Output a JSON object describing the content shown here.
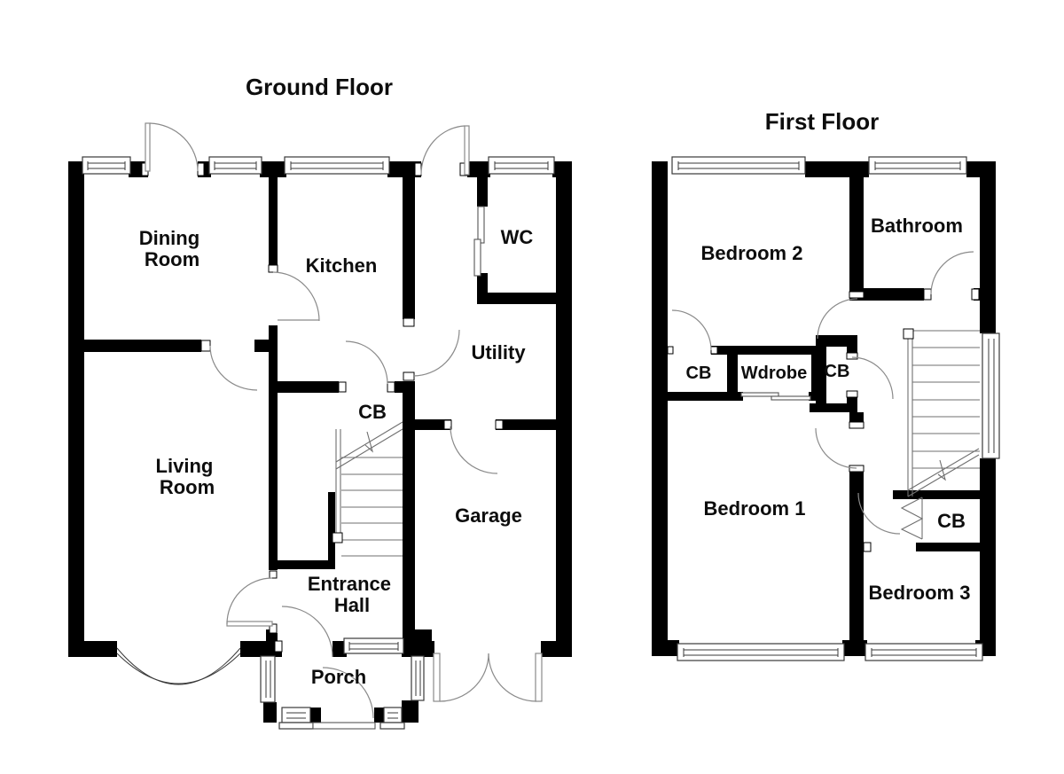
{
  "titles": {
    "ground_floor": "Ground Floor",
    "first_floor": "First Floor"
  },
  "ground_floor": {
    "dining_line1": "Dining",
    "dining_line2": "Room",
    "kitchen": "Kitchen",
    "wc": "WC",
    "utility": "Utility",
    "cb": "CB",
    "living_line1": "Living",
    "living_line2": "Room",
    "garage": "Garage",
    "entrance_line1": "Entrance",
    "entrance_line2": "Hall",
    "porch": "Porch"
  },
  "first_floor": {
    "bedroom2": "Bedroom 2",
    "bathroom": "Bathroom",
    "cb_left": "CB",
    "wdrobe": "Wdrobe",
    "cb_right": "CB",
    "bedroom1": "Bedroom 1",
    "cb_bottom": "CB",
    "bedroom3": "Bedroom 3"
  },
  "colors": {
    "wall": "#000000",
    "background": "#ffffff",
    "door_line": "#8a8a8a"
  }
}
